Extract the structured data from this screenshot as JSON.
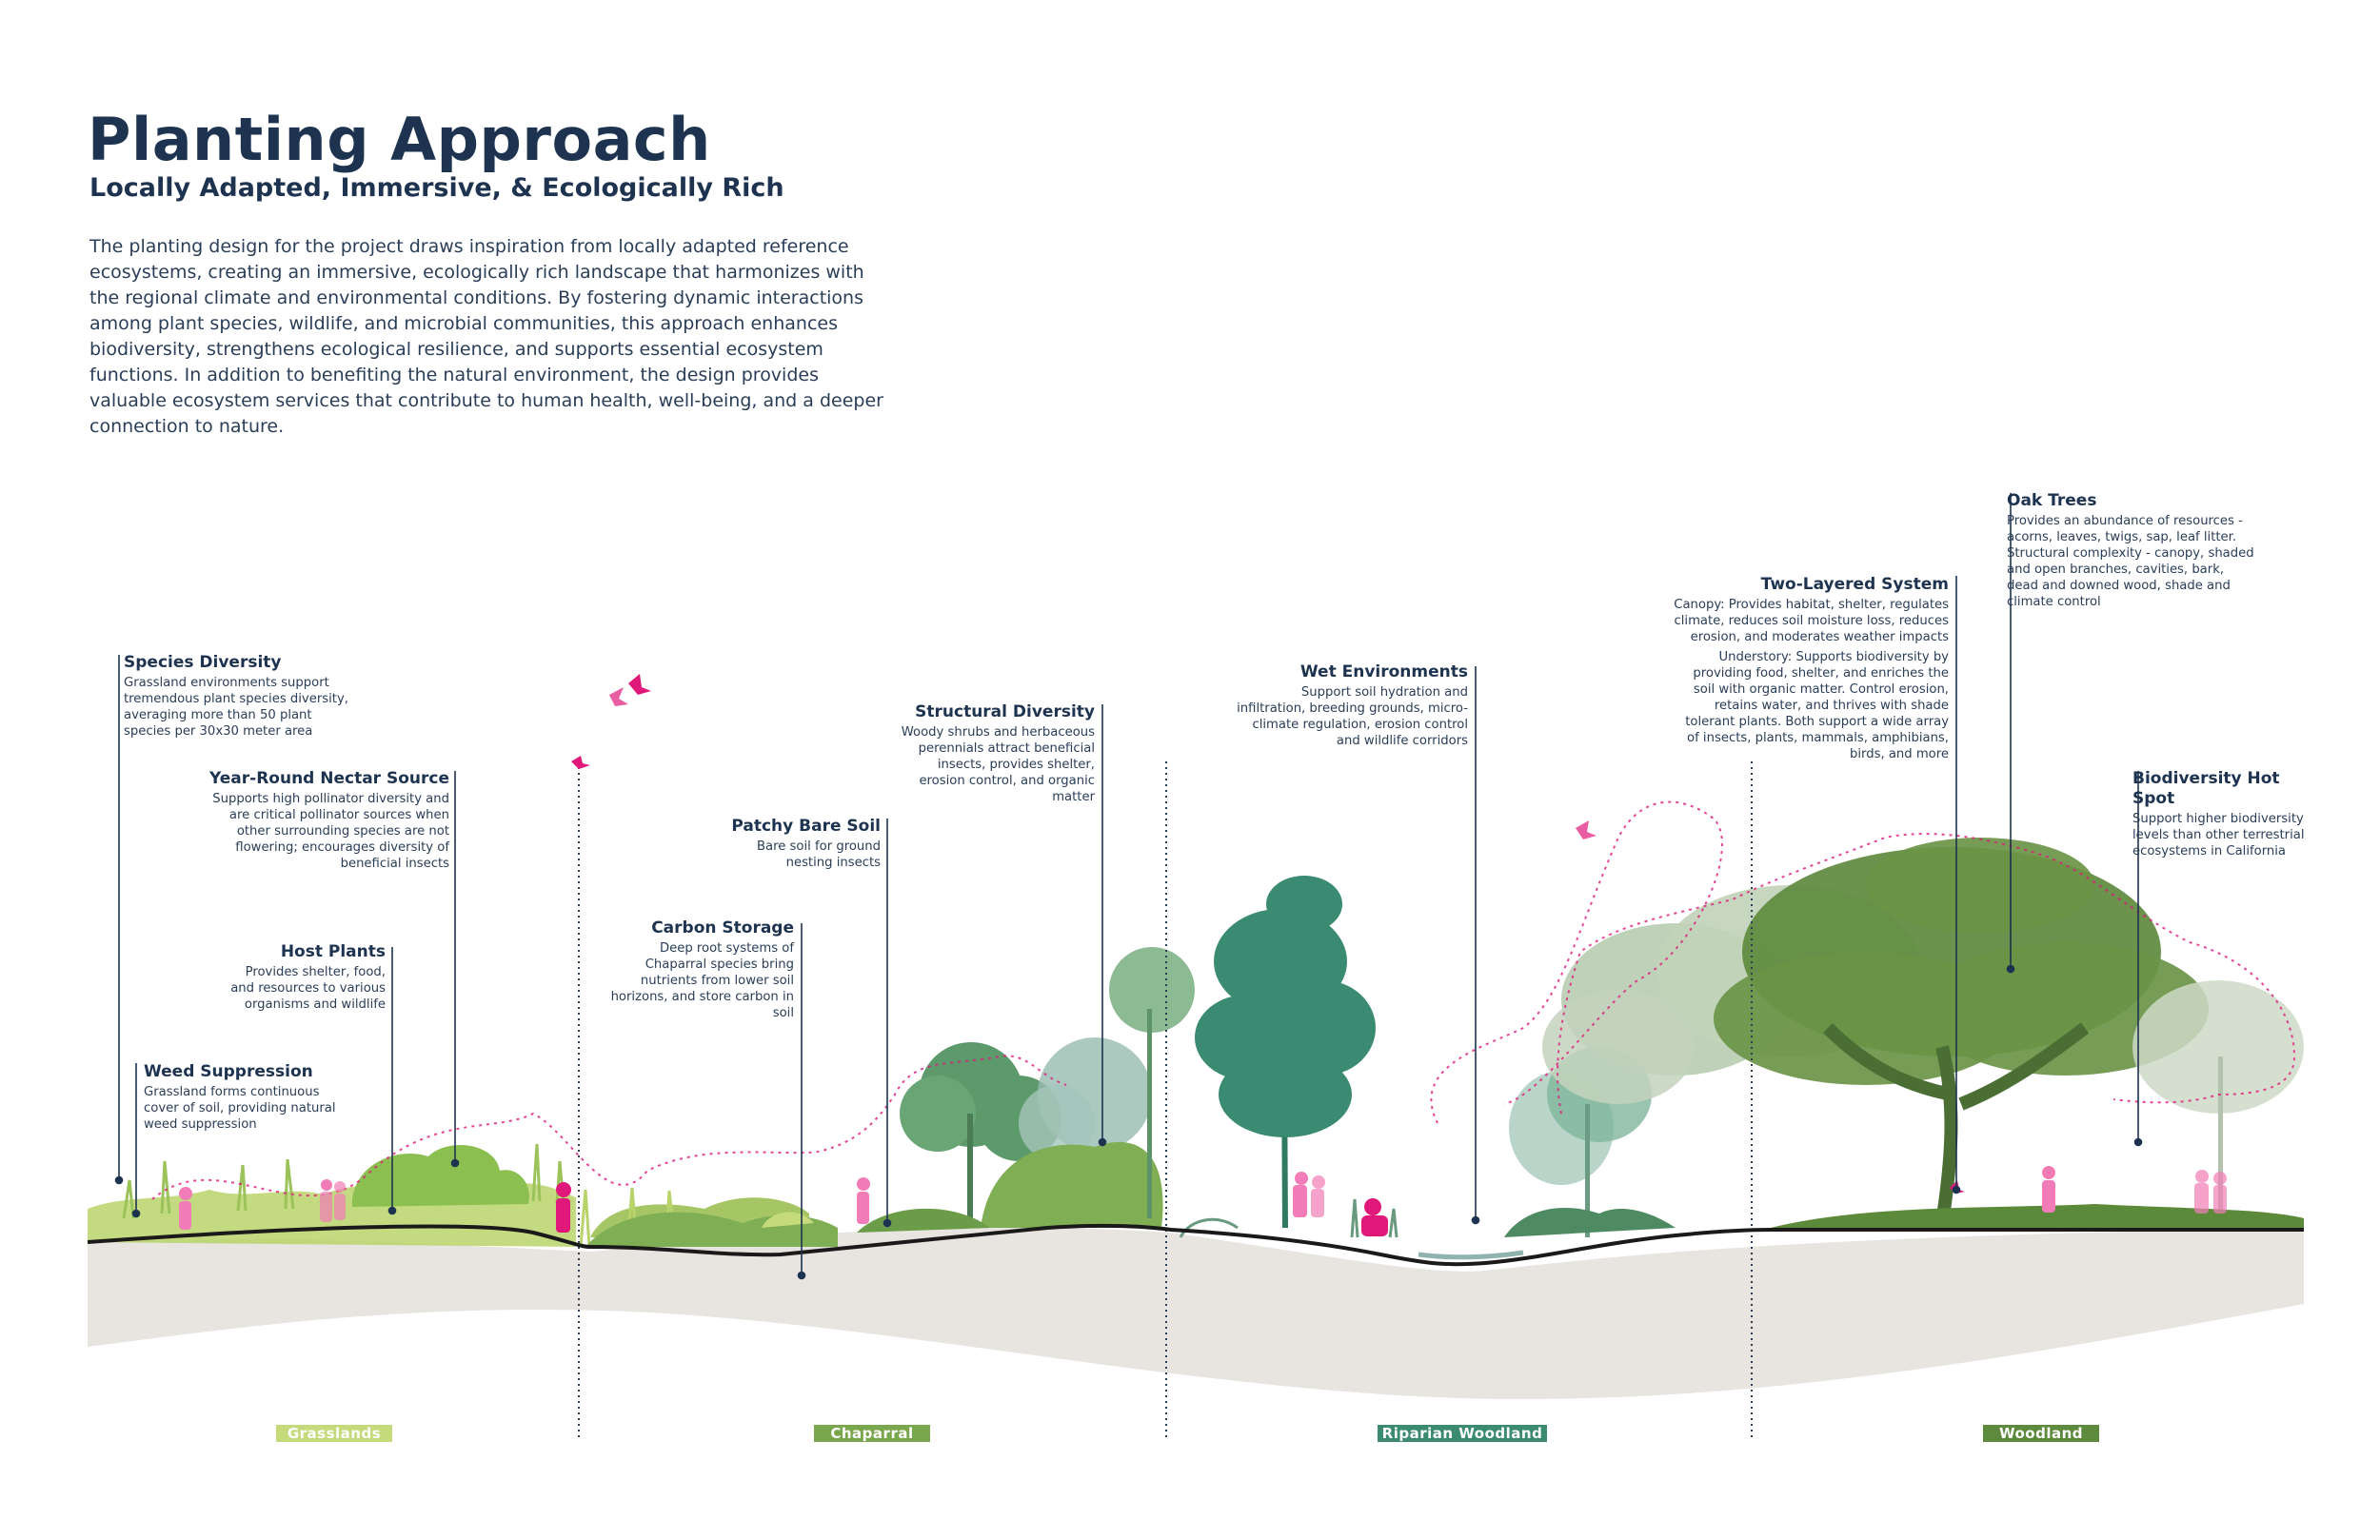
{
  "header": {
    "title": "Planting Approach",
    "subtitle": "Locally Adapted, Immersive, & Ecologically Rich",
    "intro": "The planting design for the project draws inspiration from locally adapted reference ecosystems, creating an immersive, ecologically rich landscape that harmonizes with the regional climate and environmental conditions. By fostering dynamic interactions among plant species, wildlife, and microbial communities, this approach enhances biodiversity, strengthens ecological resilience, and supports essential ecosystem functions. In addition to benefiting the natural environment, the design provides valuable ecosystem services that contribute to human health, well-being, and a deeper connection to nature."
  },
  "annotations": {
    "species_diversity": {
      "title": "Species Diversity",
      "text": "Grassland environments support tremendous plant species diversity, averaging more than 50 plant species per 30x30 meter area"
    },
    "nectar_source": {
      "title": "Year-Round Nectar Source",
      "text": "Supports high pollinator diversity and are critical pollinator sources when other surrounding species are not flowering; encourages diversity of beneficial insects"
    },
    "host_plants": {
      "title": "Host Plants",
      "text": "Provides shelter, food, and resources to various organisms and wildlife"
    },
    "weed_suppression": {
      "title": "Weed Suppression",
      "text": "Grassland forms continuous cover of soil, providing natural weed suppression"
    },
    "carbon_storage": {
      "title": "Carbon Storage",
      "text": "Deep root systems of Chaparral species bring nutrients from lower soil horizons, and store carbon in soil"
    },
    "patchy_bare_soil": {
      "title": "Patchy Bare Soil",
      "text": "Bare soil for ground nesting insects"
    },
    "structural_diversity": {
      "title": "Structural Diversity",
      "text": "Woody shrubs and herbaceous perennials attract beneficial insects, provides shelter, erosion control, and organic matter"
    },
    "wet_environments": {
      "title": "Wet Environments",
      "text": "Support soil hydration and infiltration, breeding grounds, micro-climate regulation, erosion control and wildlife corridors"
    },
    "two_layered": {
      "title": "Two-Layered System",
      "canopy": "Canopy: Provides habitat, shelter, regulates climate, reduces soil moisture loss, reduces erosion, and moderates weather impacts",
      "understory": "Understory: Supports biodiversity by providing food, shelter, and enriches the soil with organic matter. Control erosion, retains water, and thrives with shade tolerant plants. Both support a wide array of insects, plants, mammals, amphibians, birds,  and more"
    },
    "oak_trees": {
      "title": "Oak Trees",
      "text": "Provides an abundance of resources - acorns, leaves, twigs, sap, leaf litter. Structural complexity - canopy, shaded and open branches, cavities, bark, dead and downed wood, shade and climate control"
    },
    "biodiversity_hotspot": {
      "title": "Biodiversity Hot Spot",
      "text": "Support higher biodiversity levels than other terrestrial ecosystems in California"
    }
  },
  "zones": [
    {
      "label": "Grasslands",
      "color": "#c5da7a"
    },
    {
      "label": "Chaparral",
      "color": "#7aa64e"
    },
    {
      "label": "Riparian Woodland",
      "color": "#3b8a72"
    },
    {
      "label": "Woodland",
      "color": "#5e8a3e"
    }
  ],
  "colors": {
    "title": "#1d3350",
    "accent_pink": "#e0187a",
    "soil": "#e8e4df",
    "ground_line": "#1a1a1a"
  }
}
